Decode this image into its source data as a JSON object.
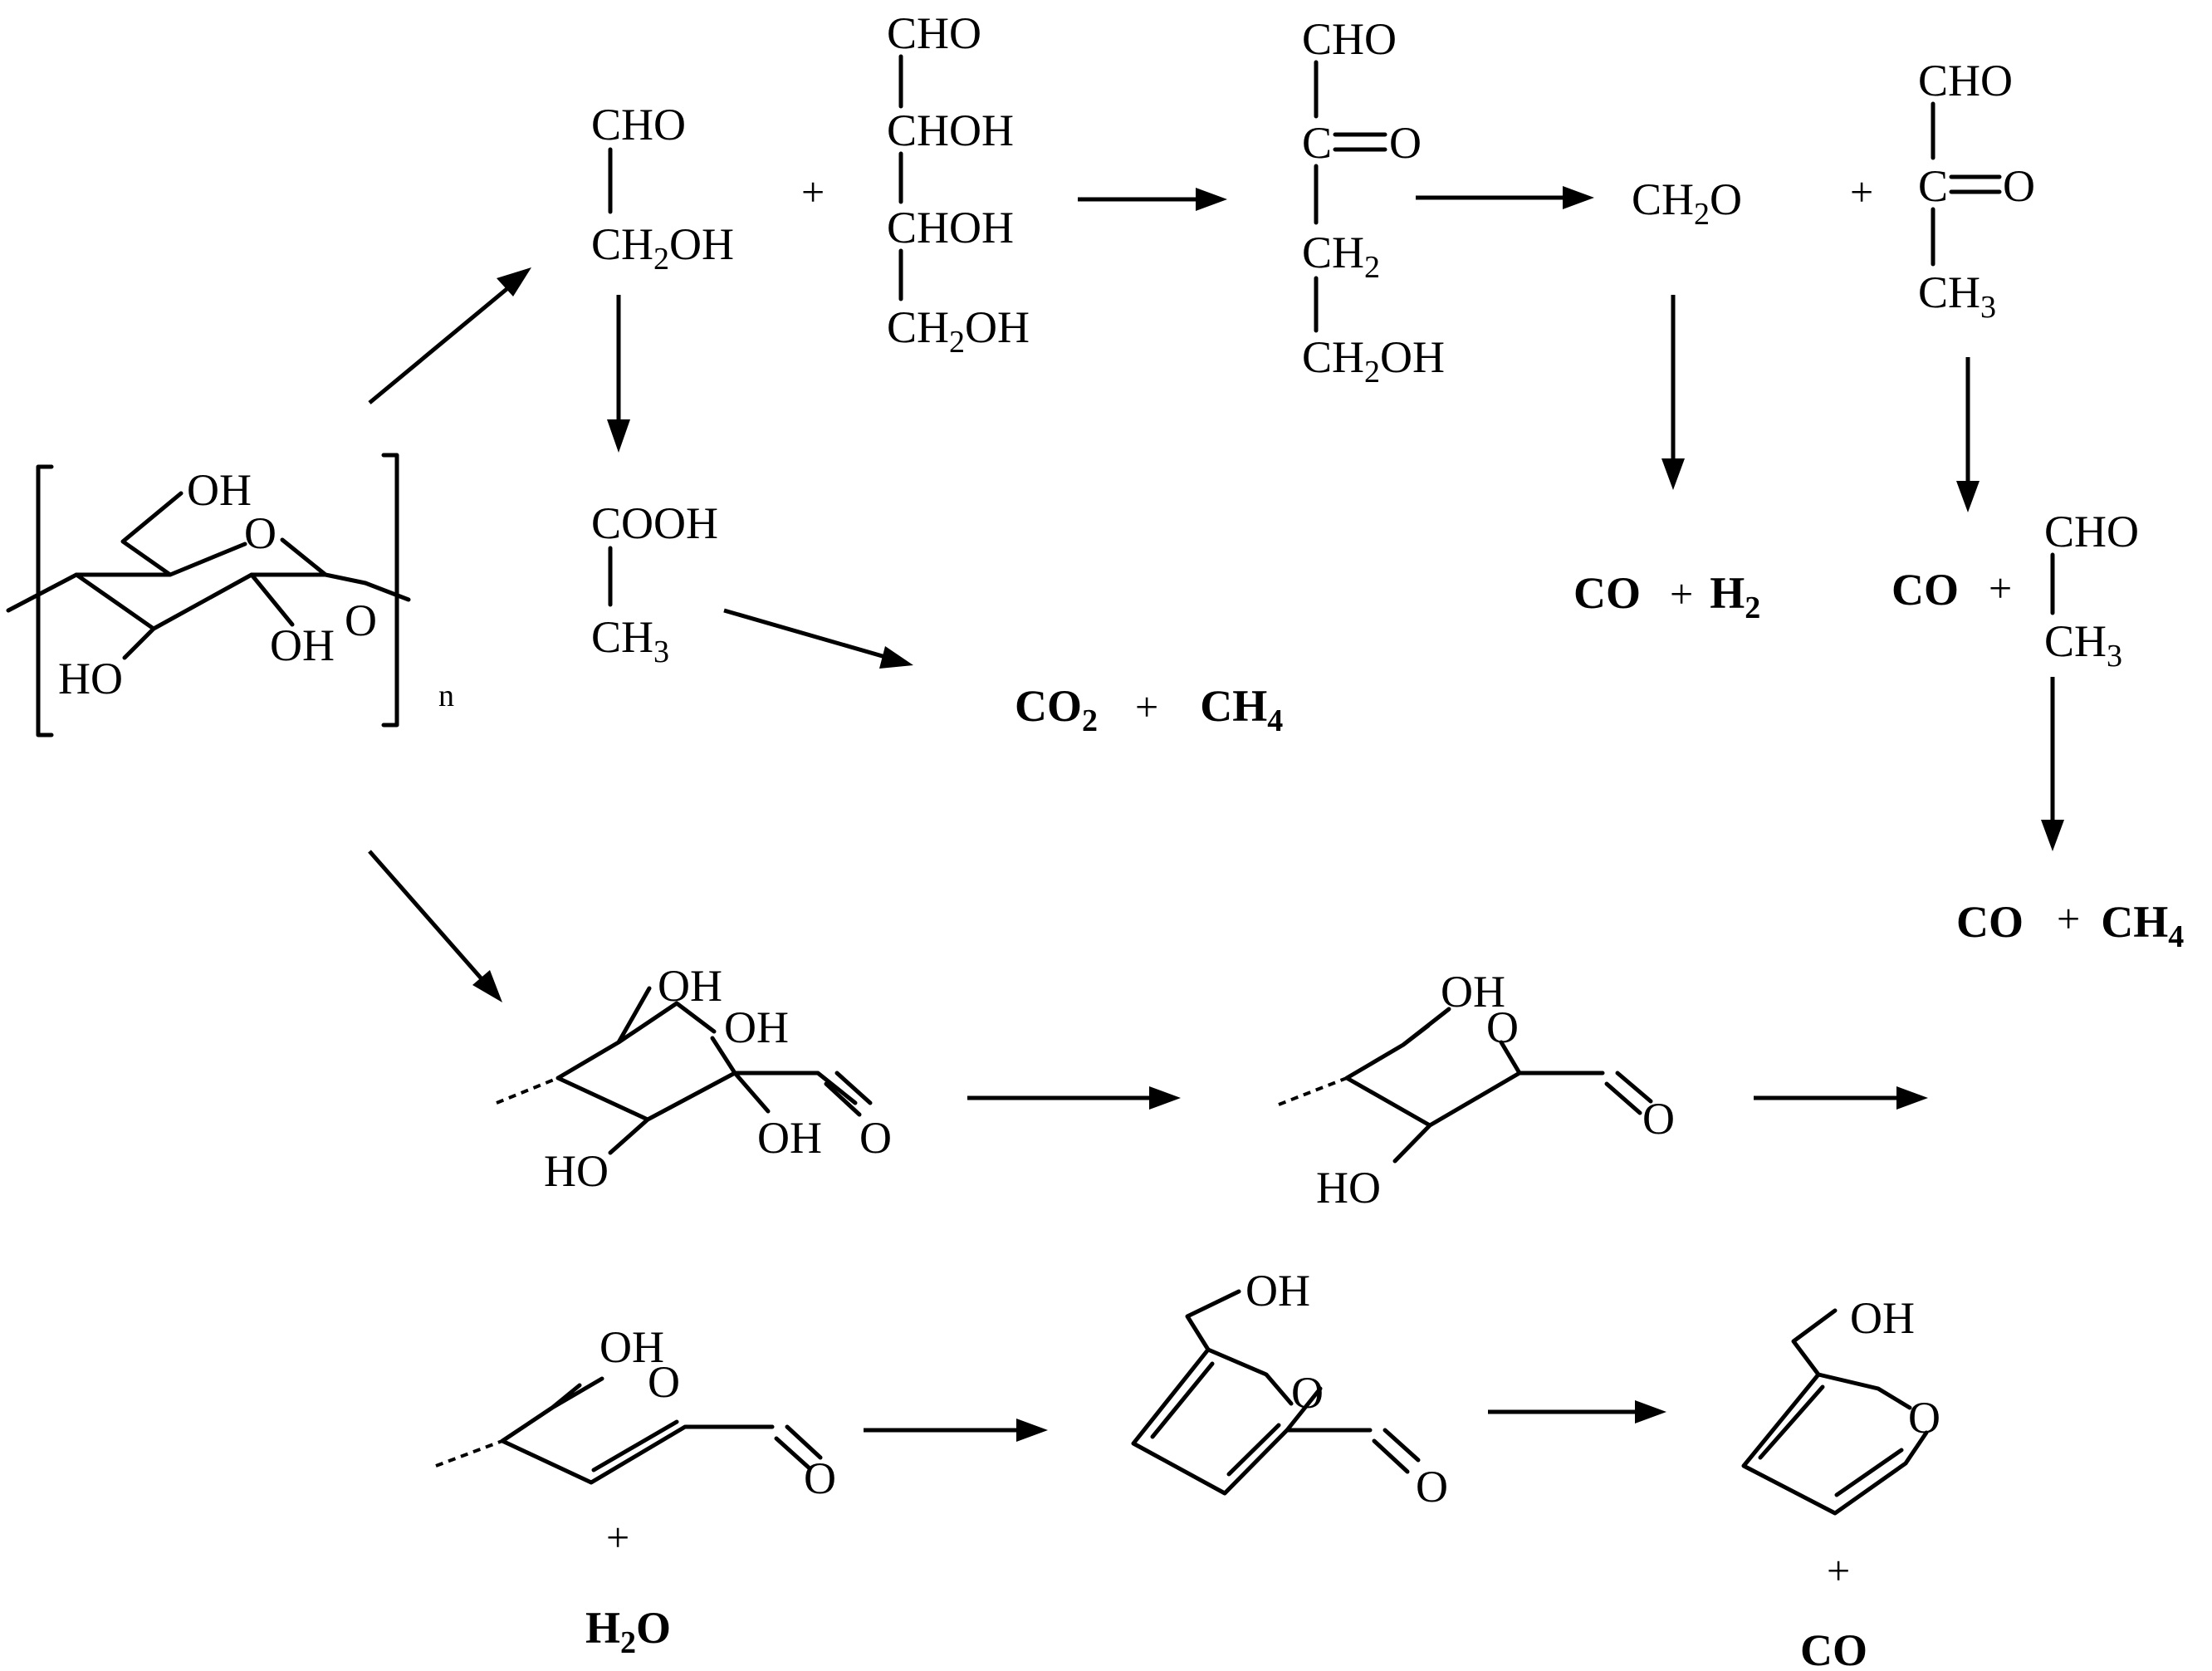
{
  "cellulose": {
    "oh_top": "OH",
    "ring_o": "O",
    "bridge_o": "O",
    "oh_right": "OH",
    "ho_left": "HO",
    "repeat": "n"
  },
  "glycolaldehyde": {
    "line1": "CHO",
    "line2": "CH",
    "line2_sub": "2",
    "line2_end": "OH"
  },
  "erythrose": {
    "line1": "CHO",
    "line2": "CHOH",
    "line3": "CHOH",
    "line4": "CH",
    "line4_sub": "2",
    "line4_end": "OH"
  },
  "ketone": {
    "line1": "CHO",
    "line2_c": "C",
    "line2_o": "O",
    "line3": "CH",
    "line3_sub": "2",
    "line4": "CH",
    "line4_sub": "2",
    "line4_end": "OH"
  },
  "formaldehyde": {
    "main": "CH",
    "sub": "2",
    "end": "O"
  },
  "methylglyoxal": {
    "line1": "CHO",
    "line2_c": "C",
    "line2_o": "O",
    "line3": "CH",
    "line3_sub": "3"
  },
  "acetic_acid": {
    "line1": "COOH",
    "line2": "CH",
    "line2_sub": "3"
  },
  "acetaldehyde": {
    "line1": "CHO",
    "line2": "CH",
    "line2_sub": "3"
  },
  "products": {
    "co_a": "CO",
    "h2": "H",
    "h2_sub": "2",
    "co_b": "CO",
    "co2": "CO",
    "co2_sub": "2",
    "ch4_a": "CH",
    "ch4_a_sub": "4",
    "co_c": "CO",
    "ch4_b": "CH",
    "ch4_b_sub": "4",
    "h2o": "H",
    "h2o_sub": "2",
    "h2o_end": "O",
    "co_d": "CO"
  },
  "plus_sign": "+",
  "open_chain": {
    "oh1": "OH",
    "oh2": "OH",
    "oh3": "OH",
    "ho": "HO",
    "o": "O"
  },
  "dehydrated_ring": {
    "oh": "OH",
    "ring_o": "O",
    "o": "O",
    "ho": "HO"
  },
  "enol_ring": {
    "oh": "OH",
    "ring_o": "O",
    "o": "O"
  },
  "hmf": {
    "oh": "OH",
    "ring_o": "O",
    "o": "O"
  },
  "furfuryl_alcohol": {
    "oh": "OH",
    "ring_o": "O"
  }
}
